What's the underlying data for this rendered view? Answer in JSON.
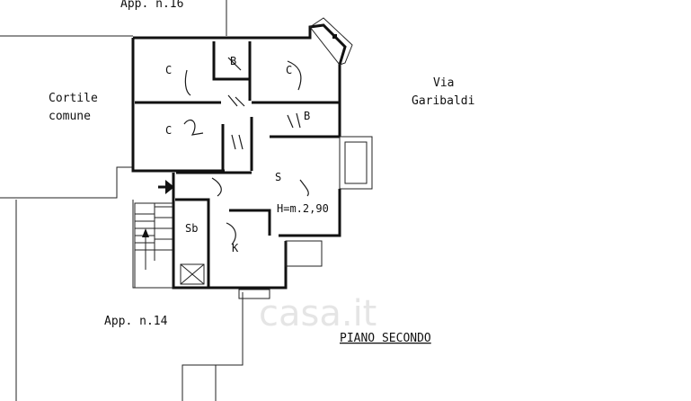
{
  "labels": {
    "app_top": "App. n.16",
    "cortile_line1": "Cortile",
    "cortile_line2": "comune",
    "via_line1": "Via",
    "via_line2": "Garibaldi",
    "app_bottom": "App. n.14",
    "floor_title": "PIANO SECONDO"
  },
  "rooms": {
    "c1": "C",
    "c2": "C",
    "c3": "C",
    "b1": "B",
    "b2": "B",
    "s": "S",
    "sb": "Sb",
    "k": "K",
    "height": "H=m.2,90"
  },
  "watermark": "casa.it",
  "icons": {
    "entrance": "arrow-right-icon",
    "stairs_up": "arrow-up-icon"
  }
}
